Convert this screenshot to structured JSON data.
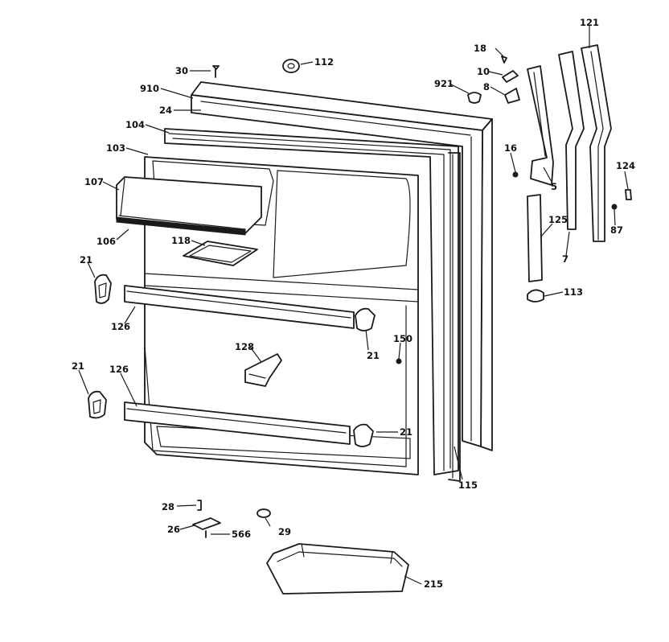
{
  "callouts": {
    "p30": "30",
    "p112": "112",
    "p910": "910",
    "p24": "24",
    "p104": "104",
    "p103": "103",
    "p107": "107",
    "p106": "106",
    "p118": "118",
    "p21a": "21",
    "p126a": "126",
    "p21b": "21",
    "p126b": "126",
    "p128": "128",
    "p21c": "21",
    "p150": "150",
    "p21d": "21",
    "p115": "115",
    "p18": "18",
    "p10": "10",
    "p921": "921",
    "p8": "8",
    "p16": "16",
    "p5": "5",
    "p121": "121",
    "p124": "124",
    "p125": "125",
    "p87": "87",
    "p7": "7",
    "p113": "113",
    "p28": "28",
    "p26": "26",
    "p566": "566",
    "p29": "29",
    "p215": "215"
  }
}
